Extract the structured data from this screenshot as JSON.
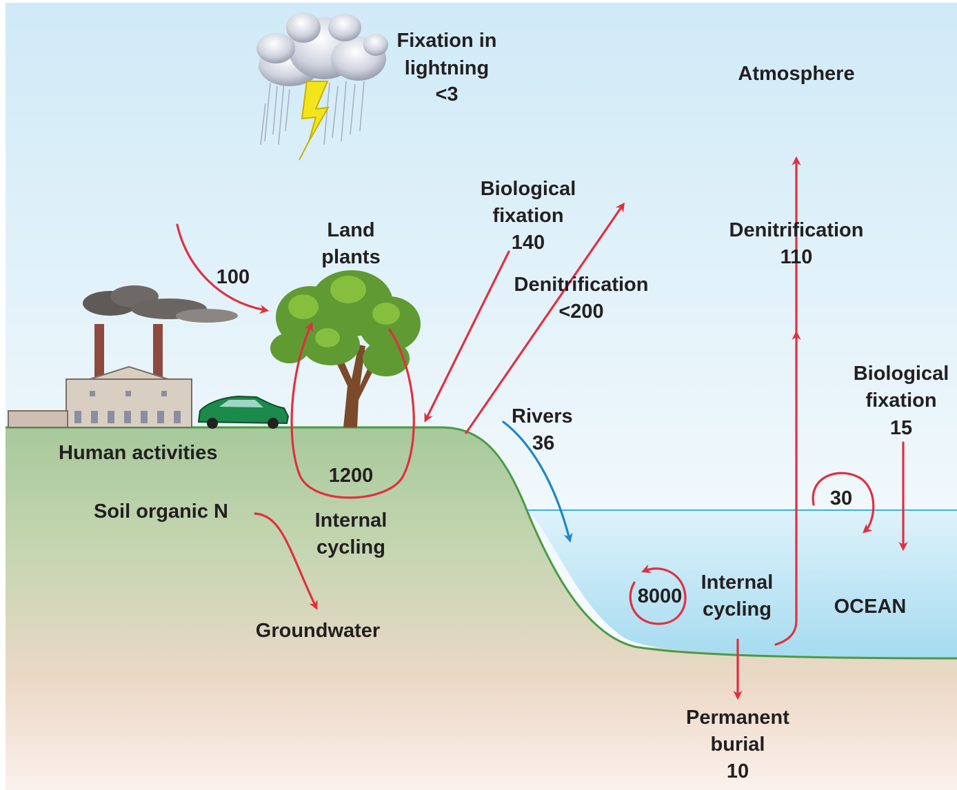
{
  "labels": {
    "lightning": {
      "line1": "Fixation in",
      "line2": "lightning",
      "value": "<3"
    },
    "atmosphere": "Atmosphere",
    "land_plants": {
      "line1": "Land",
      "line2": "plants"
    },
    "biological_fixation_land": {
      "line1": "Biological",
      "line2": "fixation",
      "value": "140"
    },
    "denitrification_land": {
      "line1": "Denitrification",
      "value": "<200"
    },
    "denitrification_ocean": {
      "line1": "Denitrification",
      "value": "110"
    },
    "human_input": {
      "value": "100"
    },
    "human_activities": "Human activities",
    "internal_cycling_land": {
      "value": "1200",
      "line1": "Internal",
      "line2": "cycling"
    },
    "soil_organic_n": "Soil organic N",
    "groundwater": "Groundwater",
    "rivers": {
      "line1": "Rivers",
      "value": "36"
    },
    "biological_fixation_ocean": {
      "line1": "Biological",
      "line2": "fixation",
      "value": "15"
    },
    "ocean_surface_cycle": {
      "value": "30"
    },
    "internal_cycling_ocean": {
      "value": "8000",
      "line1": "Internal",
      "line2": "cycling"
    },
    "ocean": "OCEAN",
    "permanent_burial": {
      "line1": "Permanent",
      "line2": "burial",
      "value": "10"
    }
  },
  "colors": {
    "flux_arrow": "#e0303f",
    "river_arrow": "#1f86c8",
    "land": "#a8c99a",
    "ocean": "#a9dcf0",
    "sky": "#d6eef8",
    "label": "#231f20"
  },
  "icons": [
    "storm-cloud-icon",
    "lightning-bolt-icon",
    "factory-icon",
    "car-icon",
    "tree-icon"
  ]
}
